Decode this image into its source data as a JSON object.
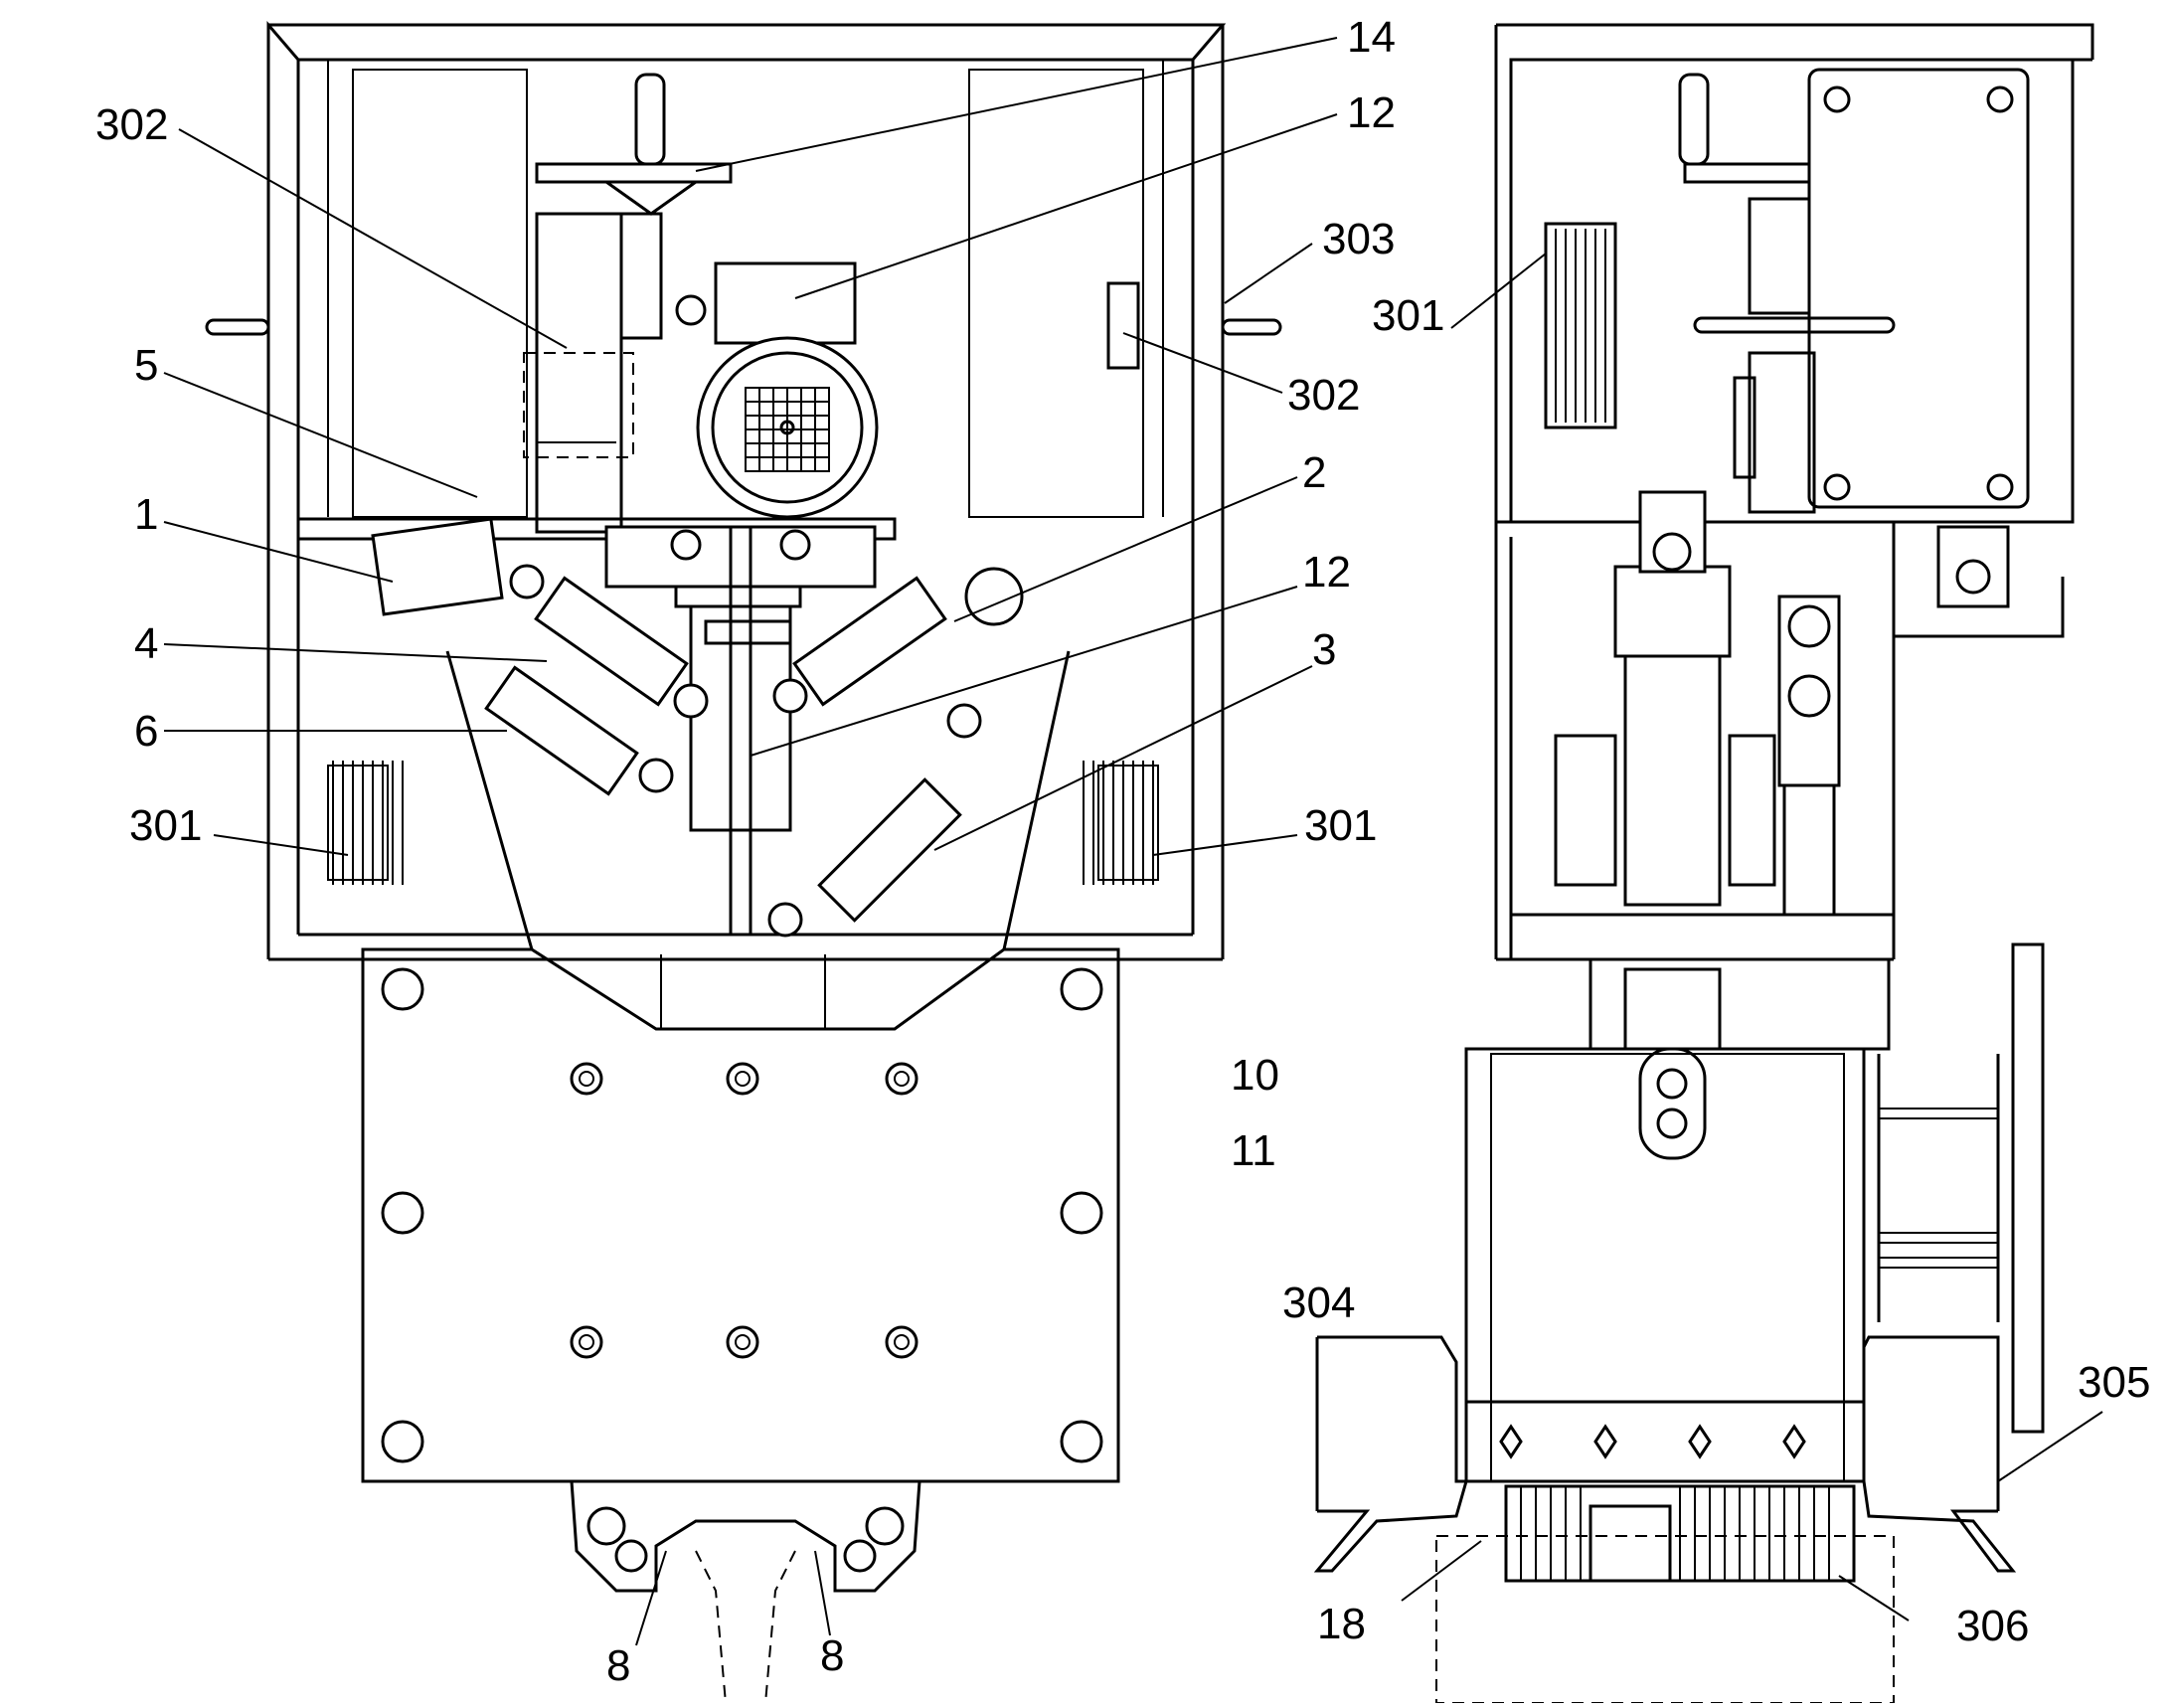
{
  "labels": [
    {
      "id": "14",
      "text": "14"
    },
    {
      "id": "12a",
      "text": "12"
    },
    {
      "id": "302a",
      "text": "302"
    },
    {
      "id": "303",
      "text": "303"
    },
    {
      "id": "302b",
      "text": "302"
    },
    {
      "id": "5",
      "text": "5"
    },
    {
      "id": "1",
      "text": "1"
    },
    {
      "id": "2",
      "text": "2"
    },
    {
      "id": "12b",
      "text": "12"
    },
    {
      "id": "4",
      "text": "4"
    },
    {
      "id": "3",
      "text": "3"
    },
    {
      "id": "6",
      "text": "6"
    },
    {
      "id": "301a",
      "text": "301"
    },
    {
      "id": "301b",
      "text": "301"
    },
    {
      "id": "301c",
      "text": "301"
    },
    {
      "id": "10",
      "text": "10"
    },
    {
      "id": "11",
      "text": "11"
    },
    {
      "id": "304",
      "text": "304"
    },
    {
      "id": "305",
      "text": "305"
    },
    {
      "id": "18",
      "text": "18"
    },
    {
      "id": "306",
      "text": "306"
    },
    {
      "id": "8a",
      "text": "8"
    },
    {
      "id": "8b",
      "text": "8"
    }
  ]
}
